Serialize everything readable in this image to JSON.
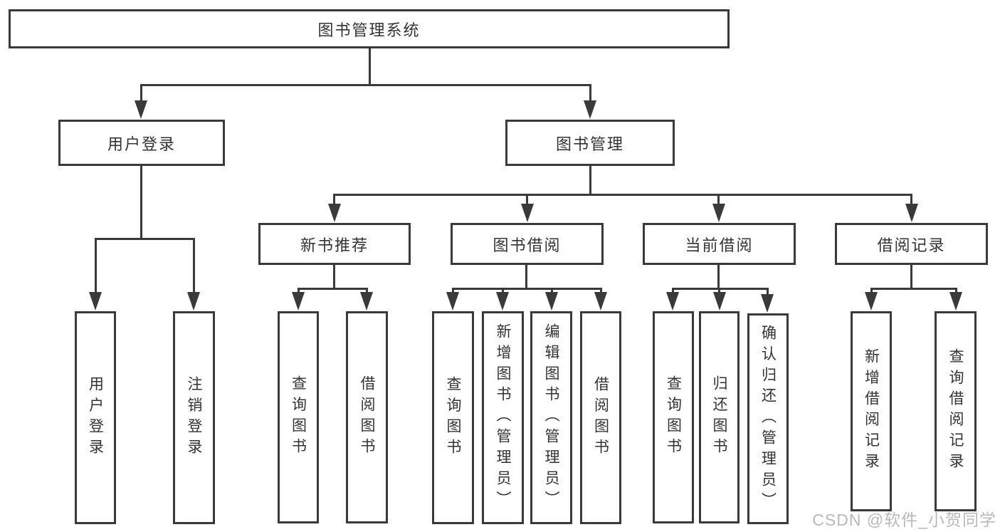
{
  "nodes": {
    "root": "图书管理系统",
    "user_login": "用户登录",
    "book_mgmt": "图书管理",
    "new_books": "新书推荐",
    "book_borrow": "图书借阅",
    "current_borrow": "当前借阅",
    "borrow_records": "借阅记录",
    "user_login_children": [
      "用户登录",
      "注销登录"
    ],
    "new_books_children": [
      "查询图书",
      "借阅图书"
    ],
    "book_borrow_children": [
      "查询图书",
      "新增图书（管理员）",
      "编辑图书（管理员）",
      "借阅图书"
    ],
    "current_borrow_children": [
      "查询图书",
      "归还图书",
      "确认归还（管理员）"
    ],
    "borrow_records_children": [
      "新增借阅记录",
      "查询借阅记录"
    ]
  },
  "watermark": "CSDN @软件_小贺同学",
  "colors": {
    "line": "#3a3a3a",
    "text": "#333333",
    "background": "#ffffff",
    "watermark": "#b9b9b9"
  }
}
